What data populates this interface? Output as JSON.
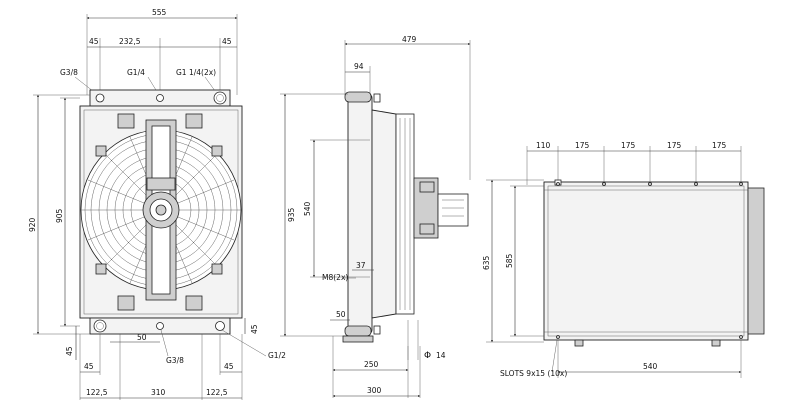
{
  "drawing": {
    "front_view": {
      "width_total": "555",
      "top_offset_left": "45",
      "top_offset_mid": "232,5",
      "top_offset_right": "45",
      "port_left": "G3/8",
      "port_mid": "G1/4",
      "port_right": "G1 1/4(2x)",
      "height_total": "920",
      "height_inner": "905",
      "bottom_offset_left": "45",
      "bottom_small_45": "45",
      "bottom_50": "50",
      "port_bottom_mid": "G3/8",
      "port_bottom_right": "G1/2",
      "bottom_row_45_left": "45",
      "bottom_row_45_right": "45",
      "bottom_122_left": "122,5",
      "bottom_310": "310",
      "bottom_122_right": "122,5"
    },
    "side_view": {
      "depth_total": "479",
      "top_94": "94",
      "height_935": "935",
      "height_540": "540",
      "thread_label": "M8(2x)",
      "dim_37": "37",
      "dim_50": "50",
      "dim_250": "250",
      "dim_300": "300",
      "dia_symbol": "Φ",
      "dia_value": "14"
    },
    "rear_view": {
      "seg_110": "110",
      "seg_175_1": "175",
      "seg_175_2": "175",
      "seg_175_3": "175",
      "seg_175_4": "175",
      "height_635": "635",
      "height_585": "585",
      "slots_label": "SLOTS 9x15 (10x)",
      "dim_540": "540"
    }
  }
}
